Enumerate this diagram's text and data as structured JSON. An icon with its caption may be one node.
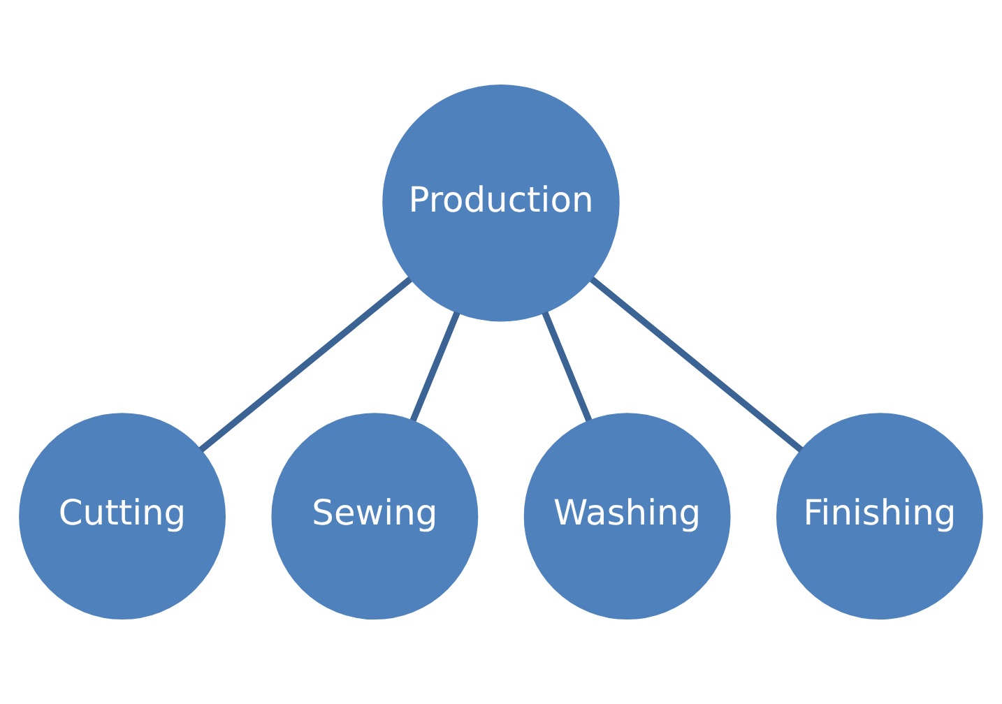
{
  "diagram": {
    "nodes": [
      {
        "text": [
          "Production"
        ]
      },
      {
        "text": [
          "Cutting"
        ]
      },
      {
        "text": [
          "Sewing"
        ]
      },
      {
        "text": [
          "Washing"
        ]
      },
      {
        "text": [
          "Finishing"
        ]
      }
    ],
    "edges": [
      {
        "from": 0,
        "to": 1,
        "arrow": "none"
      },
      {
        "from": 0,
        "to": 2,
        "arrow": "none"
      },
      {
        "from": 0,
        "to": 3,
        "arrow": "none"
      },
      {
        "from": 0,
        "to": 4,
        "arrow": "none"
      }
    ]
  }
}
